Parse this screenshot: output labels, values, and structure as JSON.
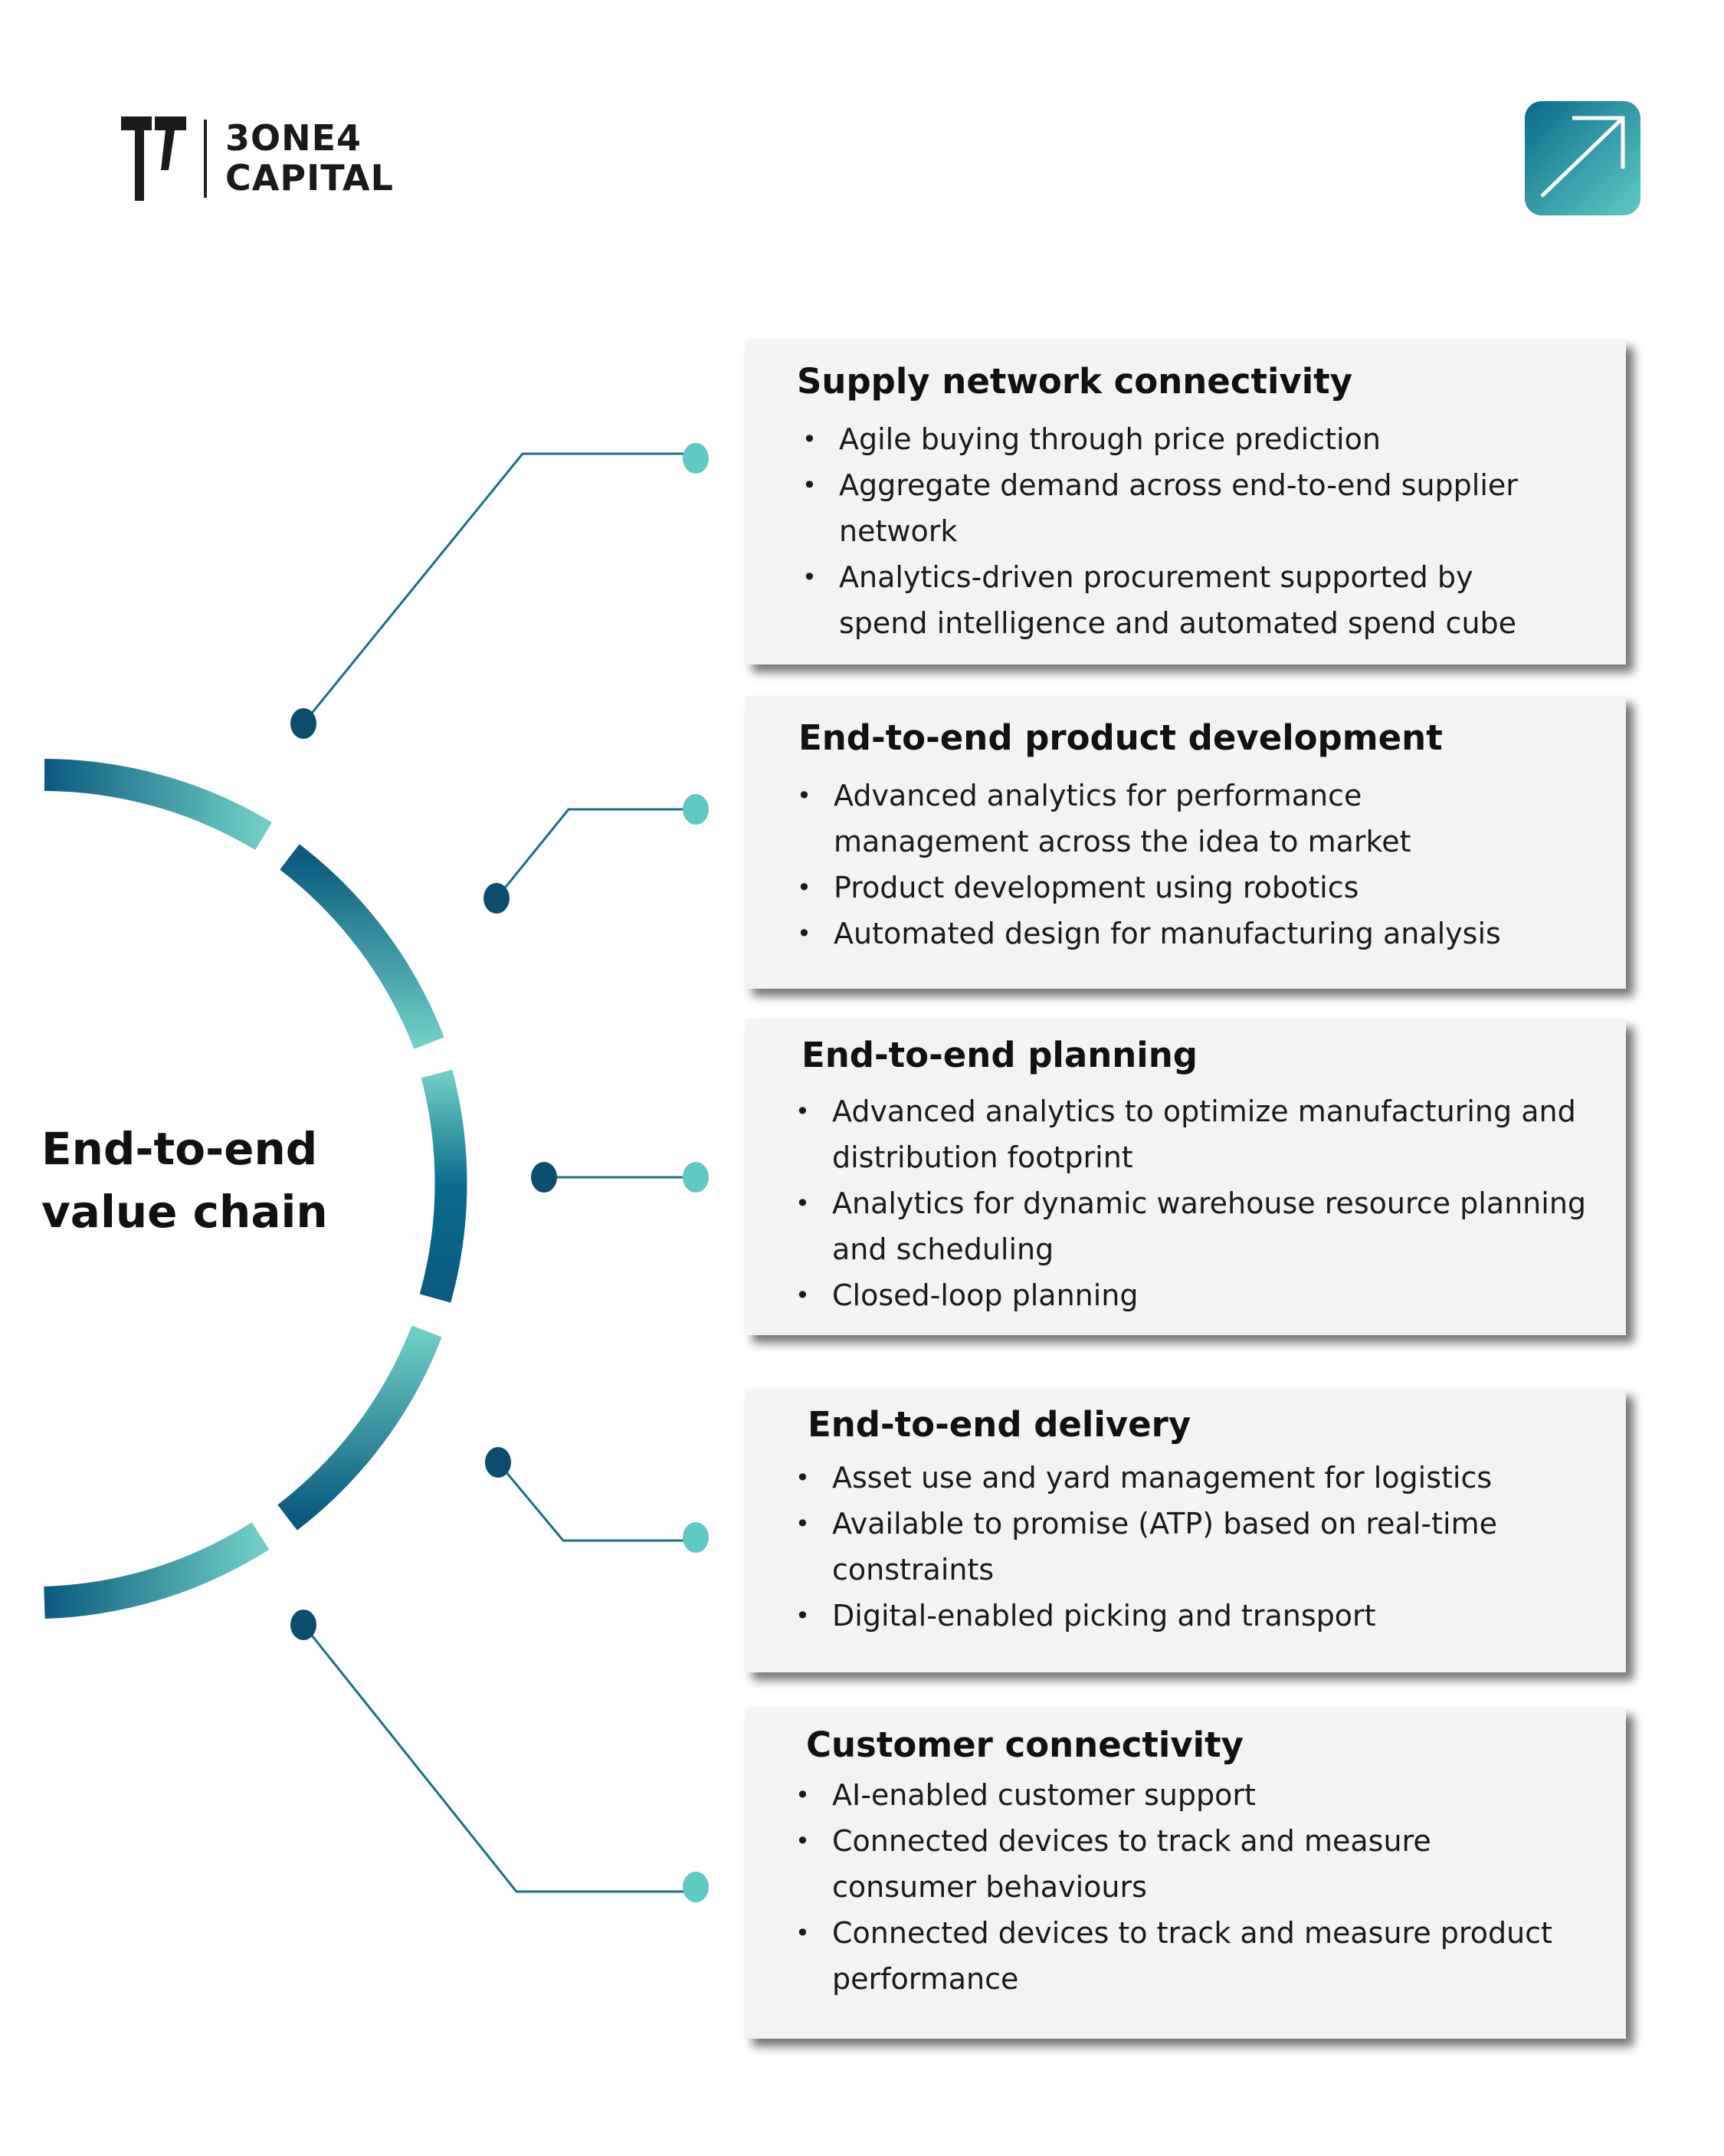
{
  "brand": {
    "mark": "TT",
    "line1": "3ONE4",
    "line2": "CAPITAL"
  },
  "badge": {
    "icon": "arrow-up-right-icon",
    "gradient": [
      "#0a6b8c",
      "#5fc9c4"
    ]
  },
  "colors": {
    "dark": "#0a5a7f",
    "light": "#6fcfc7",
    "card_bg": "#f3f3f3"
  },
  "center": {
    "line1": "End-to-end",
    "line2": "value chain"
  },
  "cards": [
    {
      "title": "Supply network connectivity",
      "bullets": [
        "Agile buying through price prediction",
        "Aggregate demand across end-to-end supplier network",
        "Analytics-driven procurement supported by spend intelligence and automated spend cube"
      ]
    },
    {
      "title": "End-to-end product development",
      "bullets": [
        "Advanced analytics for performance management across the idea to market",
        "Product development using robotics",
        "Automated design for manufacturing analysis"
      ]
    },
    {
      "title": "End-to-end planning",
      "bullets": [
        "Advanced analytics to optimize manufacturing and distribution footprint",
        "Analytics for dynamic warehouse resource planning and scheduling",
        "Closed-loop planning"
      ]
    },
    {
      "title": "End-to-end delivery",
      "bullets": [
        "Asset use and yard management for logistics",
        "Available to promise (ATP) based on real-time constraints",
        "Digital-enabled picking and transport"
      ]
    },
    {
      "title": "Customer connectivity",
      "bullets": [
        "AI-enabled customer support",
        "Connected devices to track and measure consumer behaviours",
        "Connected devices to track and measure product performance"
      ]
    }
  ]
}
